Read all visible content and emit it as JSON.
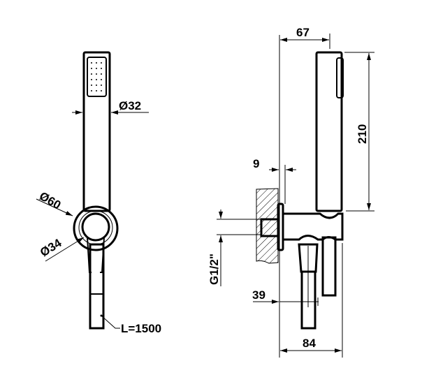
{
  "front_view": {
    "dim_handle_diameter": "Ø32",
    "dim_holder_outer_diameter": "Ø60",
    "dim_holder_inner_diameter": "Ø34",
    "dim_hose_length": "L=1500"
  },
  "side_view": {
    "dim_depth_to_handle": "67",
    "dim_handle_length": "210",
    "dim_flange_thickness": "9",
    "dim_thread": "G1/2\"",
    "dim_hose_offset": "39",
    "dim_total_depth": "84"
  },
  "colors": {
    "line": "#000000",
    "background": "#ffffff"
  }
}
